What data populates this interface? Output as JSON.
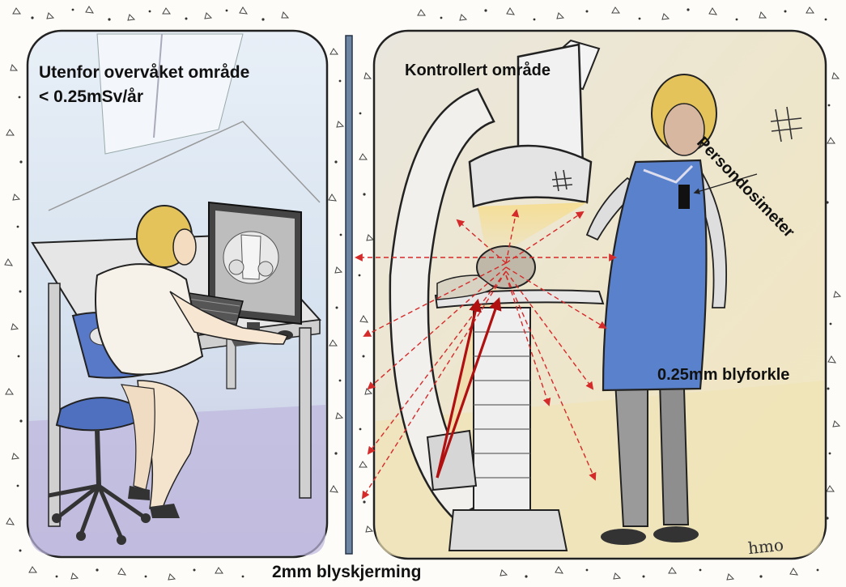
{
  "labels": {
    "left_title": "Utenfor overvåket område",
    "left_dose": "< 0.25mSv/år",
    "right_title": "Kontrollert område",
    "dosimeter": "Persondosimeter",
    "apron": "0.25mm blyforkle",
    "shield": "2mm blyskjerming",
    "signature": "hmo"
  },
  "colors": {
    "radiation_scatter": "#d42a2a",
    "primary_beam": "#b01010",
    "apron": "#5a82cc",
    "chair": "#4f70bf",
    "hair": "#e3c35a",
    "shield_wall": "#6f86a3",
    "wall_left": "#dbe6f1",
    "room_right": "#ece4cf"
  }
}
